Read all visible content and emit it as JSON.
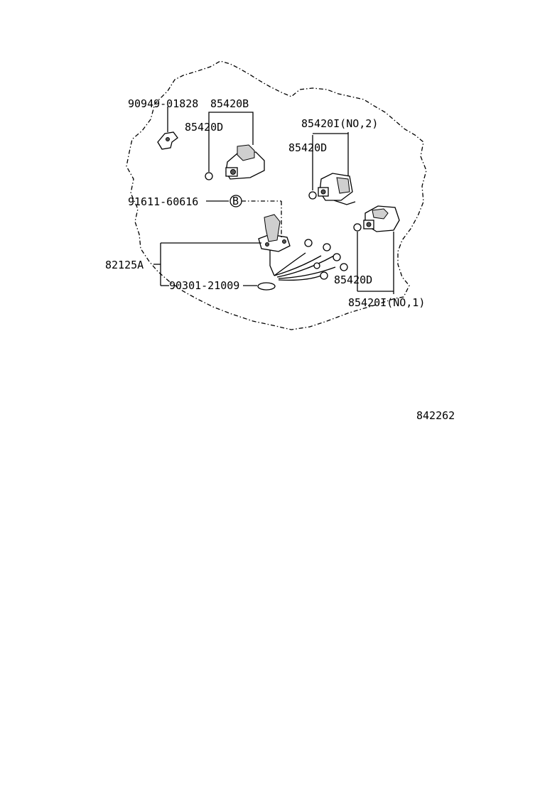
{
  "labels": {
    "p_90949": "90949-01828",
    "p_85420b": "85420B",
    "p_85420d_a": "85420D",
    "p_85420i_no2": "85420I(NO,2)",
    "p_85420d_b": "85420D",
    "p_91611": "91611-60616",
    "p_bolt_b": "B",
    "p_82125a": "82125A",
    "p_90301": "90301-21009",
    "p_85420d_c": "85420D",
    "p_85420i_no1": "85420I(NO,1)",
    "ref": "842262"
  }
}
